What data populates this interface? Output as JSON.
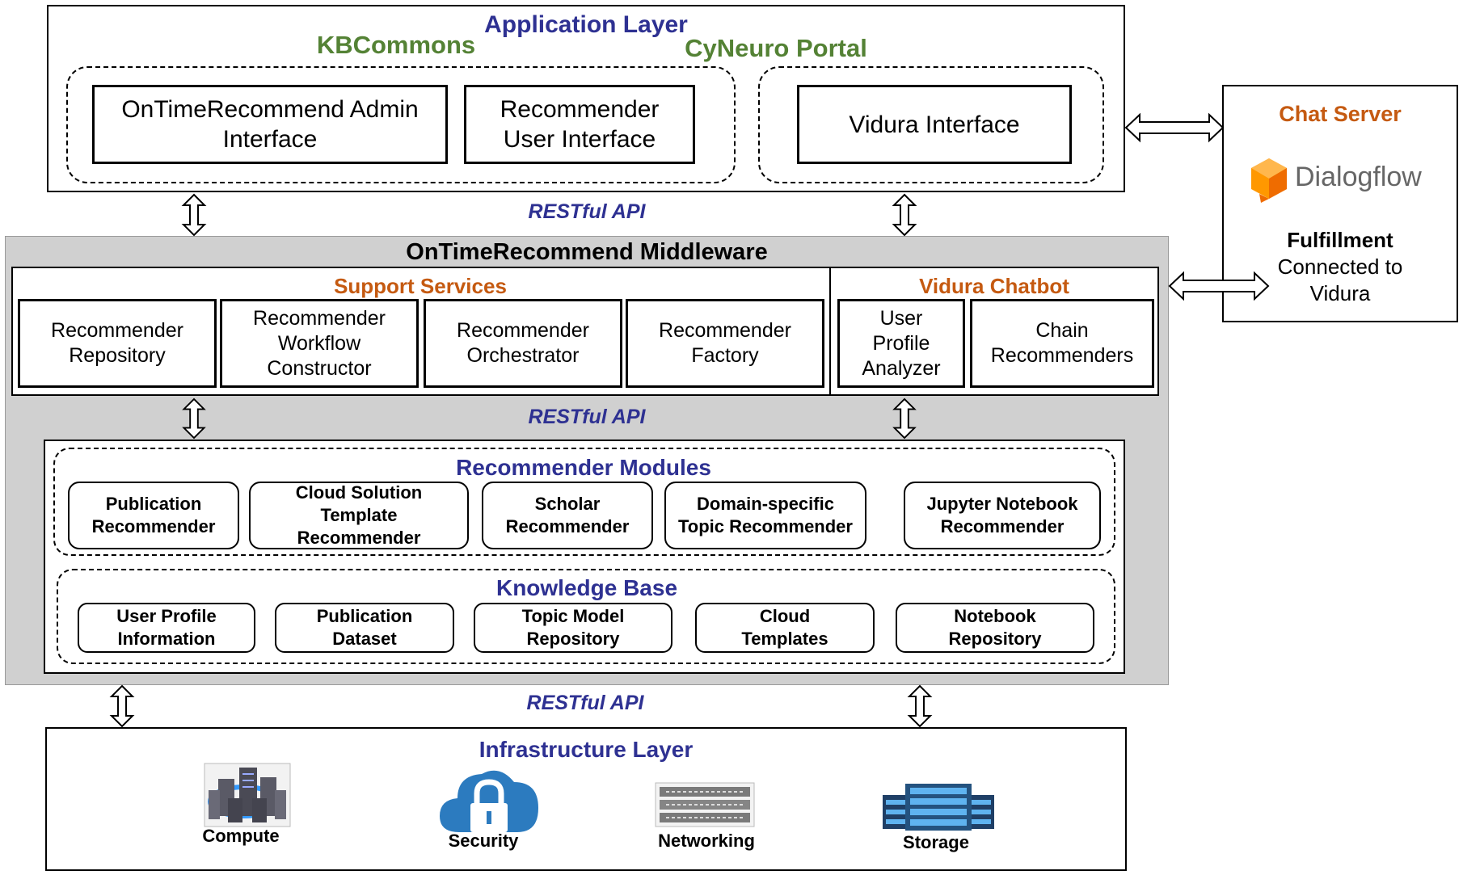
{
  "application_layer": {
    "title": "Application Layer",
    "kbcommons": "KBCommons",
    "cyneuro": "CyNeuro Portal",
    "admin_interface": "OnTimeRecommend Admin\nInterface",
    "user_interface": "Recommender\nUser Interface",
    "vidura_interface": "Vidura Interface"
  },
  "chat_server": {
    "title": "Chat Server",
    "logo_text": "Dialogflow",
    "fulfillment": "Fulfillment",
    "connected": "Connected to\nVidura"
  },
  "api_label": "RESTful API",
  "middleware": {
    "title": "OnTimeRecommend Middleware",
    "support_title": "Support Services",
    "support_items": [
      "Recommender\nRepository",
      "Recommender\nWorkflow\nConstructor",
      "Recommender\nOrchestrator",
      "Recommender\nFactory"
    ],
    "chatbot_title": "Vidura Chatbot",
    "chatbot_items": [
      "User\nProfile\nAnalyzer",
      "Chain\nRecommenders"
    ],
    "modules_title": "Recommender Modules",
    "modules": [
      "Publication\nRecommender",
      "Cloud Solution\nTemplate\nRecommender",
      "Scholar\nRecommender",
      "Domain-specific\nTopic Recommender",
      "Jupyter Notebook\nRecommender"
    ],
    "kb_title": "Knowledge Base",
    "kb_items": [
      "User Profile\nInformation",
      "Publication\nDataset",
      "Topic Model\nRepository",
      "Cloud\nTemplates",
      "Notebook\nRepository"
    ]
  },
  "infrastructure": {
    "title": "Infrastructure Layer",
    "items": [
      {
        "label": "Compute",
        "icon": "server-cluster-icon"
      },
      {
        "label": "Security",
        "icon": "cloud-lock-icon"
      },
      {
        "label": "Networking",
        "icon": "network-switch-icon"
      },
      {
        "label": "Storage",
        "icon": "storage-rack-icon"
      }
    ]
  },
  "colors": {
    "blue": "#2e3192",
    "green": "#548235",
    "orange": "#c55a11",
    "middleware_bg": "#d0d0d0",
    "dialogflow_orange": "#f57c00"
  }
}
